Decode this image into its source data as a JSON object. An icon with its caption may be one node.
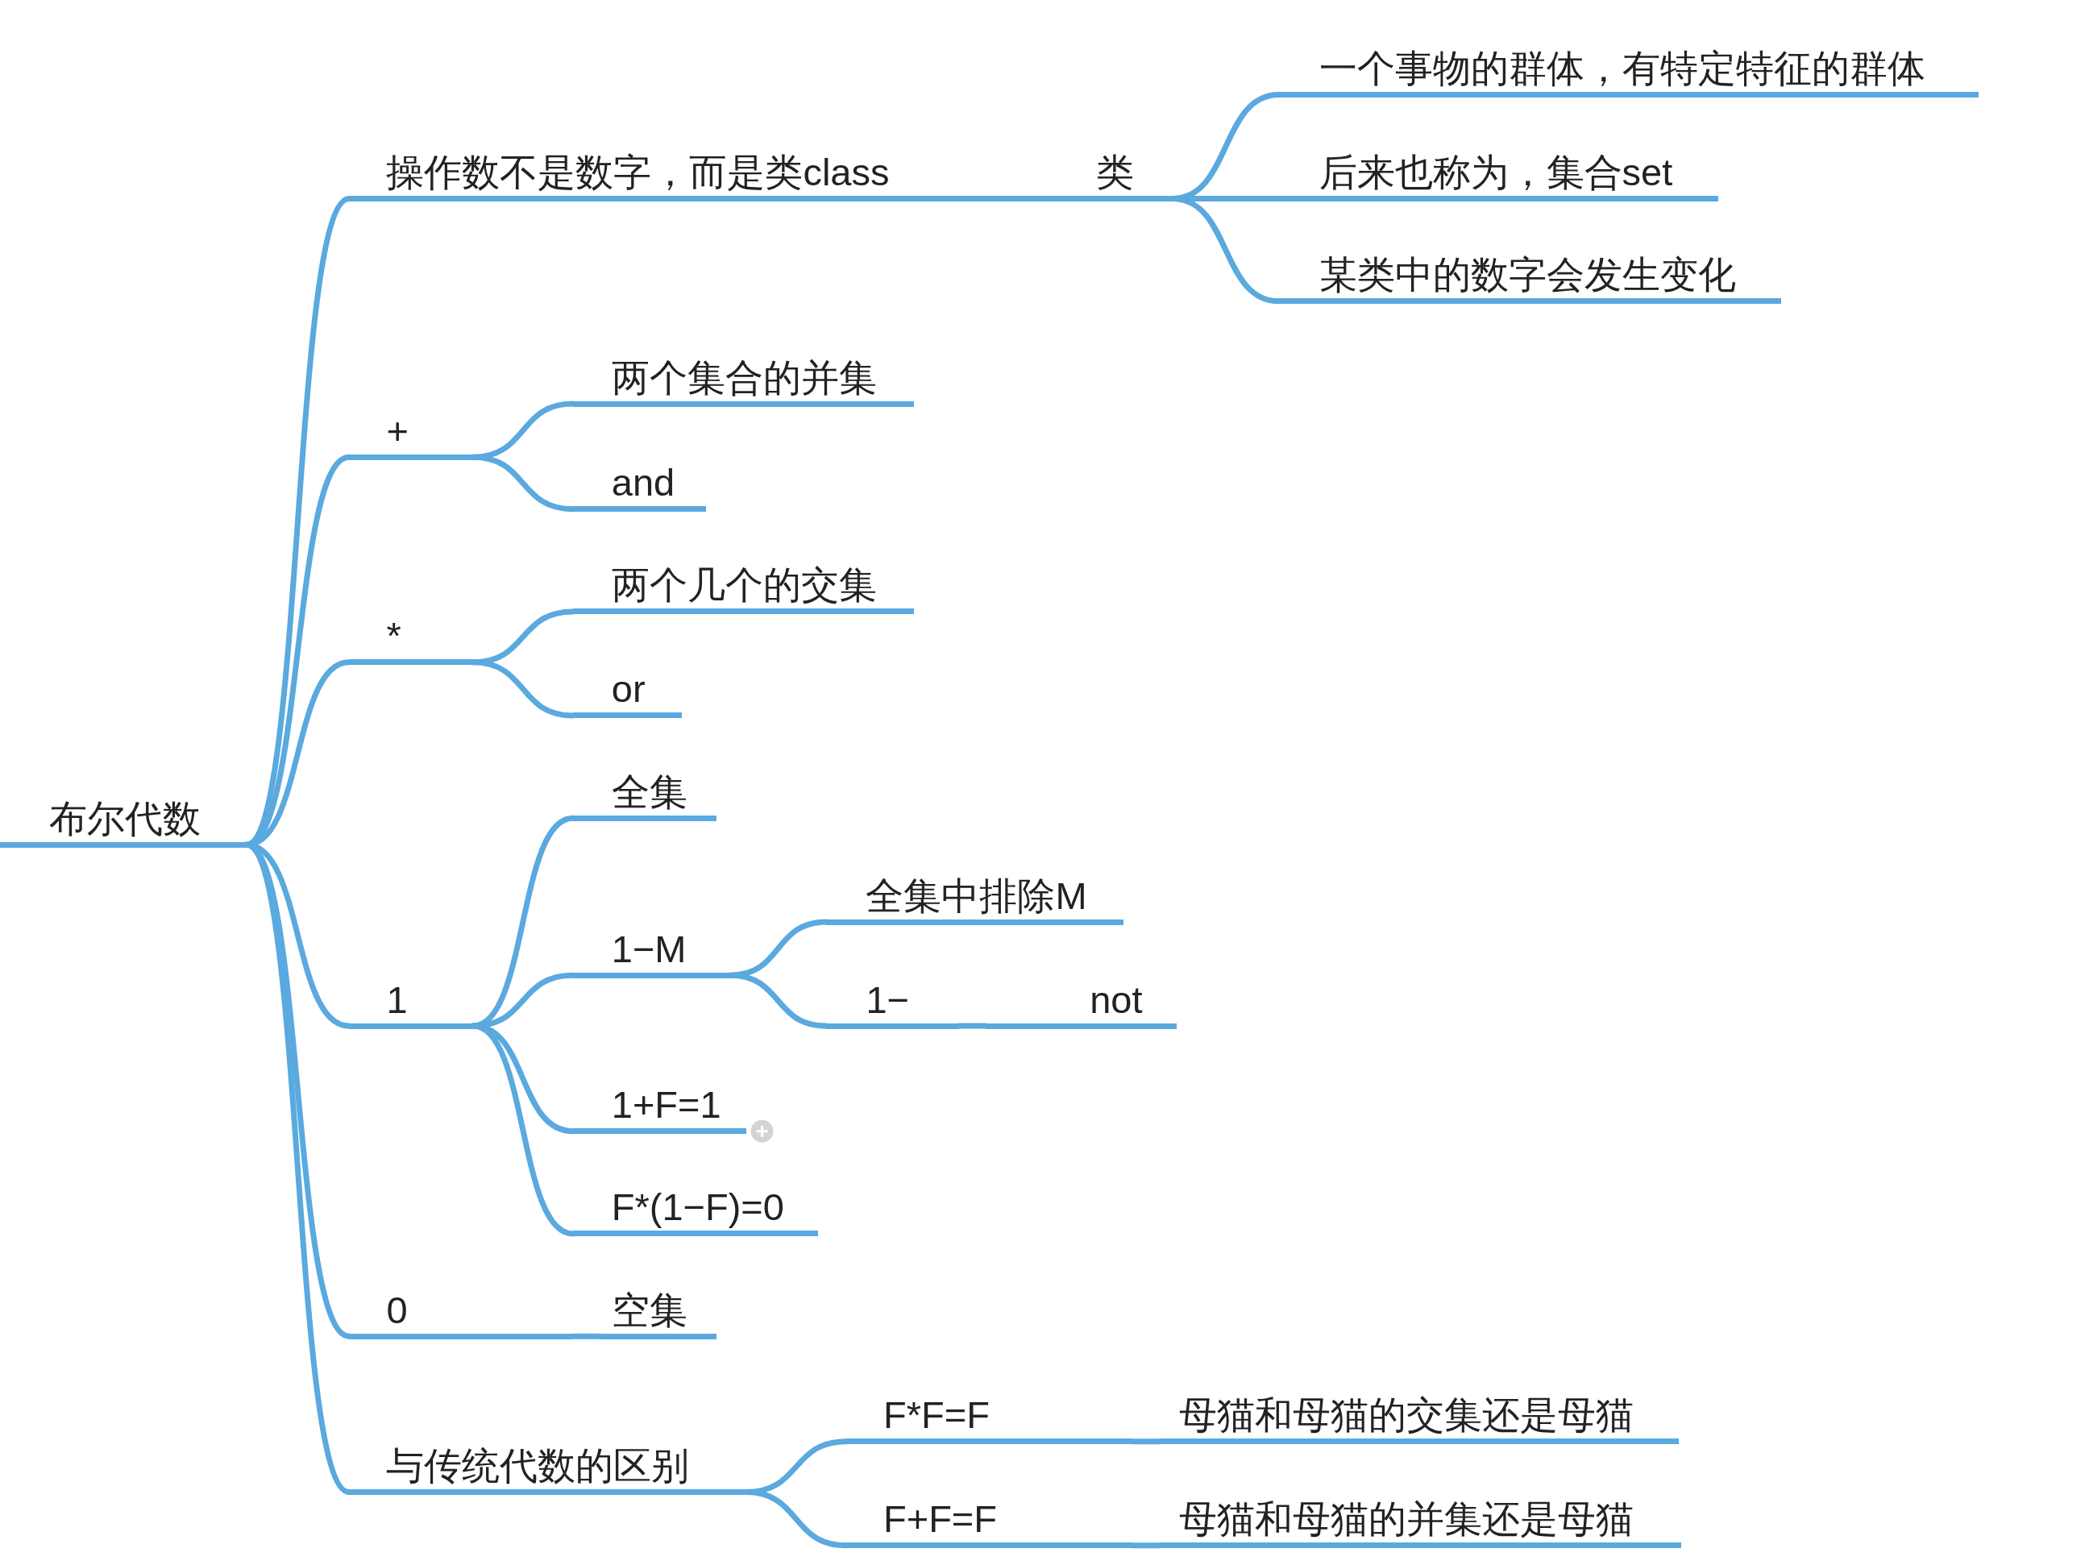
{
  "diagram": {
    "nodes": [
      {
        "text": [
          "布尔代数"
        ]
      },
      {
        "text": [
          "操作数不是数字，而是类class"
        ]
      },
      {
        "text": [
          "类"
        ]
      },
      {
        "text": [
          "一个事物的群体，有特定特征的群体"
        ]
      },
      {
        "text": [
          "后来也称为，集合set"
        ]
      },
      {
        "text": [
          "某类中的数字会发生变化"
        ]
      },
      {
        "text": [
          "+"
        ]
      },
      {
        "text": [
          "两个集合的并集"
        ]
      },
      {
        "text": [
          "and"
        ]
      },
      {
        "text": [
          "*"
        ]
      },
      {
        "text": [
          "两个几个的交集"
        ]
      },
      {
        "text": [
          "or"
        ]
      },
      {
        "text": [
          "1"
        ]
      },
      {
        "text": [
          "全集"
        ]
      },
      {
        "text": [
          "1−M"
        ]
      },
      {
        "text": [
          "全集中排除M"
        ]
      },
      {
        "text": [
          "1−"
        ]
      },
      {
        "text": [
          "not"
        ]
      },
      {
        "text": [
          "1+F=1"
        ]
      },
      {
        "text": [
          "F*(1−F)=0"
        ]
      },
      {
        "text": [
          "0"
        ]
      },
      {
        "text": [
          "空集"
        ]
      },
      {
        "text": [
          "与传统代数的区别"
        ]
      },
      {
        "text": [
          "F*F=F"
        ]
      },
      {
        "text": [
          "母猫和母猫的交集还是母猫"
        ]
      },
      {
        "text": [
          "F+F=F"
        ]
      },
      {
        "text": [
          "母猫和母猫的并集还是母猫"
        ]
      }
    ],
    "edges": [
      {
        "from": 0,
        "to": 1,
        "arrow": "none"
      },
      {
        "from": 1,
        "to": 2,
        "arrow": "none"
      },
      {
        "from": 2,
        "to": 3,
        "arrow": "none"
      },
      {
        "from": 2,
        "to": 4,
        "arrow": "none"
      },
      {
        "from": 2,
        "to": 5,
        "arrow": "none"
      },
      {
        "from": 0,
        "to": 6,
        "arrow": "none"
      },
      {
        "from": 6,
        "to": 7,
        "arrow": "none"
      },
      {
        "from": 6,
        "to": 8,
        "arrow": "none"
      },
      {
        "from": 0,
        "to": 9,
        "arrow": "none"
      },
      {
        "from": 9,
        "to": 10,
        "arrow": "none"
      },
      {
        "from": 9,
        "to": 11,
        "arrow": "none"
      },
      {
        "from": 0,
        "to": 12,
        "arrow": "none"
      },
      {
        "from": 12,
        "to": 13,
        "arrow": "none"
      },
      {
        "from": 12,
        "to": 14,
        "arrow": "none"
      },
      {
        "from": 14,
        "to": 15,
        "arrow": "none"
      },
      {
        "from": 14,
        "to": 16,
        "arrow": "none"
      },
      {
        "from": 16,
        "to": 17,
        "arrow": "none"
      },
      {
        "from": 12,
        "to": 18,
        "arrow": "none"
      },
      {
        "from": 12,
        "to": 19,
        "arrow": "none"
      },
      {
        "from": 0,
        "to": 20,
        "arrow": "none"
      },
      {
        "from": 20,
        "to": 21,
        "arrow": "none"
      },
      {
        "from": 0,
        "to": 22,
        "arrow": "none"
      },
      {
        "from": 22,
        "to": 23,
        "arrow": "none"
      },
      {
        "from": 23,
        "to": 24,
        "arrow": "none"
      },
      {
        "from": 22,
        "to": 25,
        "arrow": "none"
      },
      {
        "from": 25,
        "to": 26,
        "arrow": "none"
      }
    ]
  }
}
